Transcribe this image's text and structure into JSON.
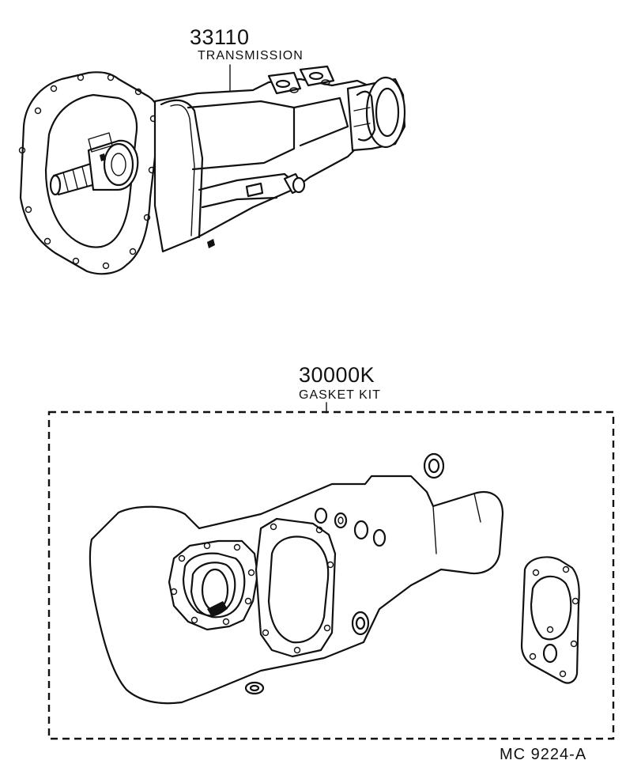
{
  "parts": [
    {
      "number": "33110",
      "name": "TRANSMISSION"
    },
    {
      "number": "30000K",
      "name": "GASKET KIT"
    }
  ],
  "diagram_code": "MC  9224-A",
  "icons": [
    "transmission-illustration",
    "gasket-kit-illustration"
  ]
}
